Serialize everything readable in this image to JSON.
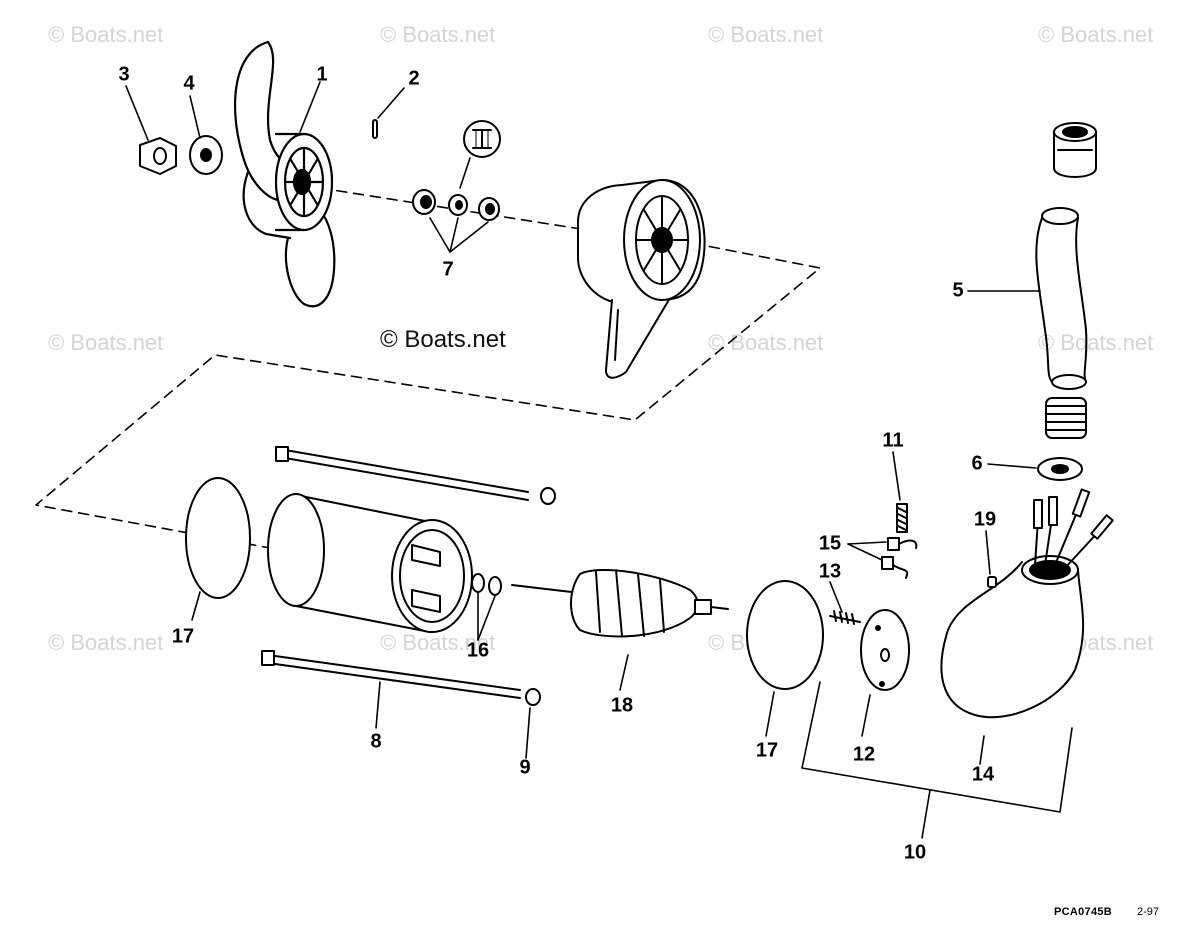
{
  "watermarks": [
    "© Boats.net",
    "© Boats.net",
    "© Boats.net",
    "© Boats.net",
    "© Boats.net",
    "© Boats.net",
    "© Boats.net",
    "© Boats.net",
    "© Boats.net",
    "© Boats.net",
    "© Boats.net"
  ],
  "center_mark": "© Boats.net",
  "callouts": [
    "1",
    "2",
    "3",
    "4",
    "5",
    "6",
    "7",
    "8",
    "9",
    "10",
    "11",
    "12",
    "13",
    "14",
    "15",
    "16",
    "17",
    "17",
    "18",
    "19"
  ],
  "footer": {
    "code": "PCA0745B",
    "date": "2-97"
  },
  "colors": {
    "line": "#000000",
    "watermark": "#d4d4d4",
    "background": "#ffffff"
  }
}
